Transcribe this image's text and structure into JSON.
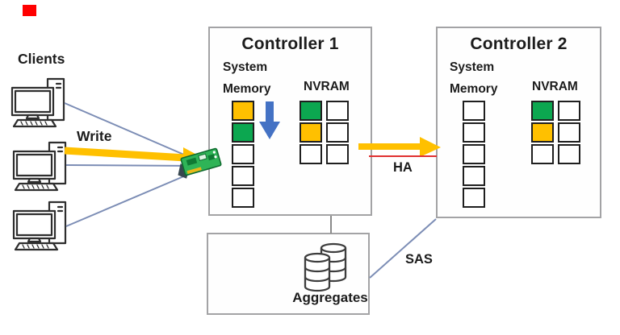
{
  "clients": {
    "label": "Clients",
    "count": 3
  },
  "write_label": "Write",
  "controller1": {
    "title": "Controller 1",
    "system_memory_label": "System Memory",
    "nvram_label": "NVRAM",
    "system_memory_cells": [
      "yellow",
      "green",
      "white",
      "white",
      "white"
    ],
    "nvram_left_cells": [
      "green",
      "yellow",
      "white"
    ],
    "nvram_right_cells": [
      "white",
      "white",
      "white"
    ]
  },
  "controller2": {
    "title": "Controller 2",
    "system_memory_label": "System Memory",
    "nvram_label": "NVRAM",
    "system_memory_cells": [
      "white",
      "white",
      "white",
      "white",
      "white"
    ],
    "nvram_left_cells": [
      "green",
      "yellow",
      "white"
    ],
    "nvram_right_cells": [
      "white",
      "white",
      "white"
    ]
  },
  "ha_label": "HA",
  "sas_label": "SAS",
  "aggregates": {
    "label": "Aggregates"
  },
  "colors": {
    "cell_yellow": "#FFC000",
    "cell_green": "#0CA750",
    "cell_white": "#FFFFFF",
    "arrow_yellow": "#FFC000",
    "arrow_blue": "#4472C4",
    "client_line": "#7C8DB5",
    "connector_gray": "#8A8A8A",
    "ha_red_line": "#E03131",
    "marker_red": "#FF0000",
    "nic_green": "#2FB457",
    "nic_dark_green": "#0F6B2F",
    "db_stroke": "#3D3D3D"
  }
}
